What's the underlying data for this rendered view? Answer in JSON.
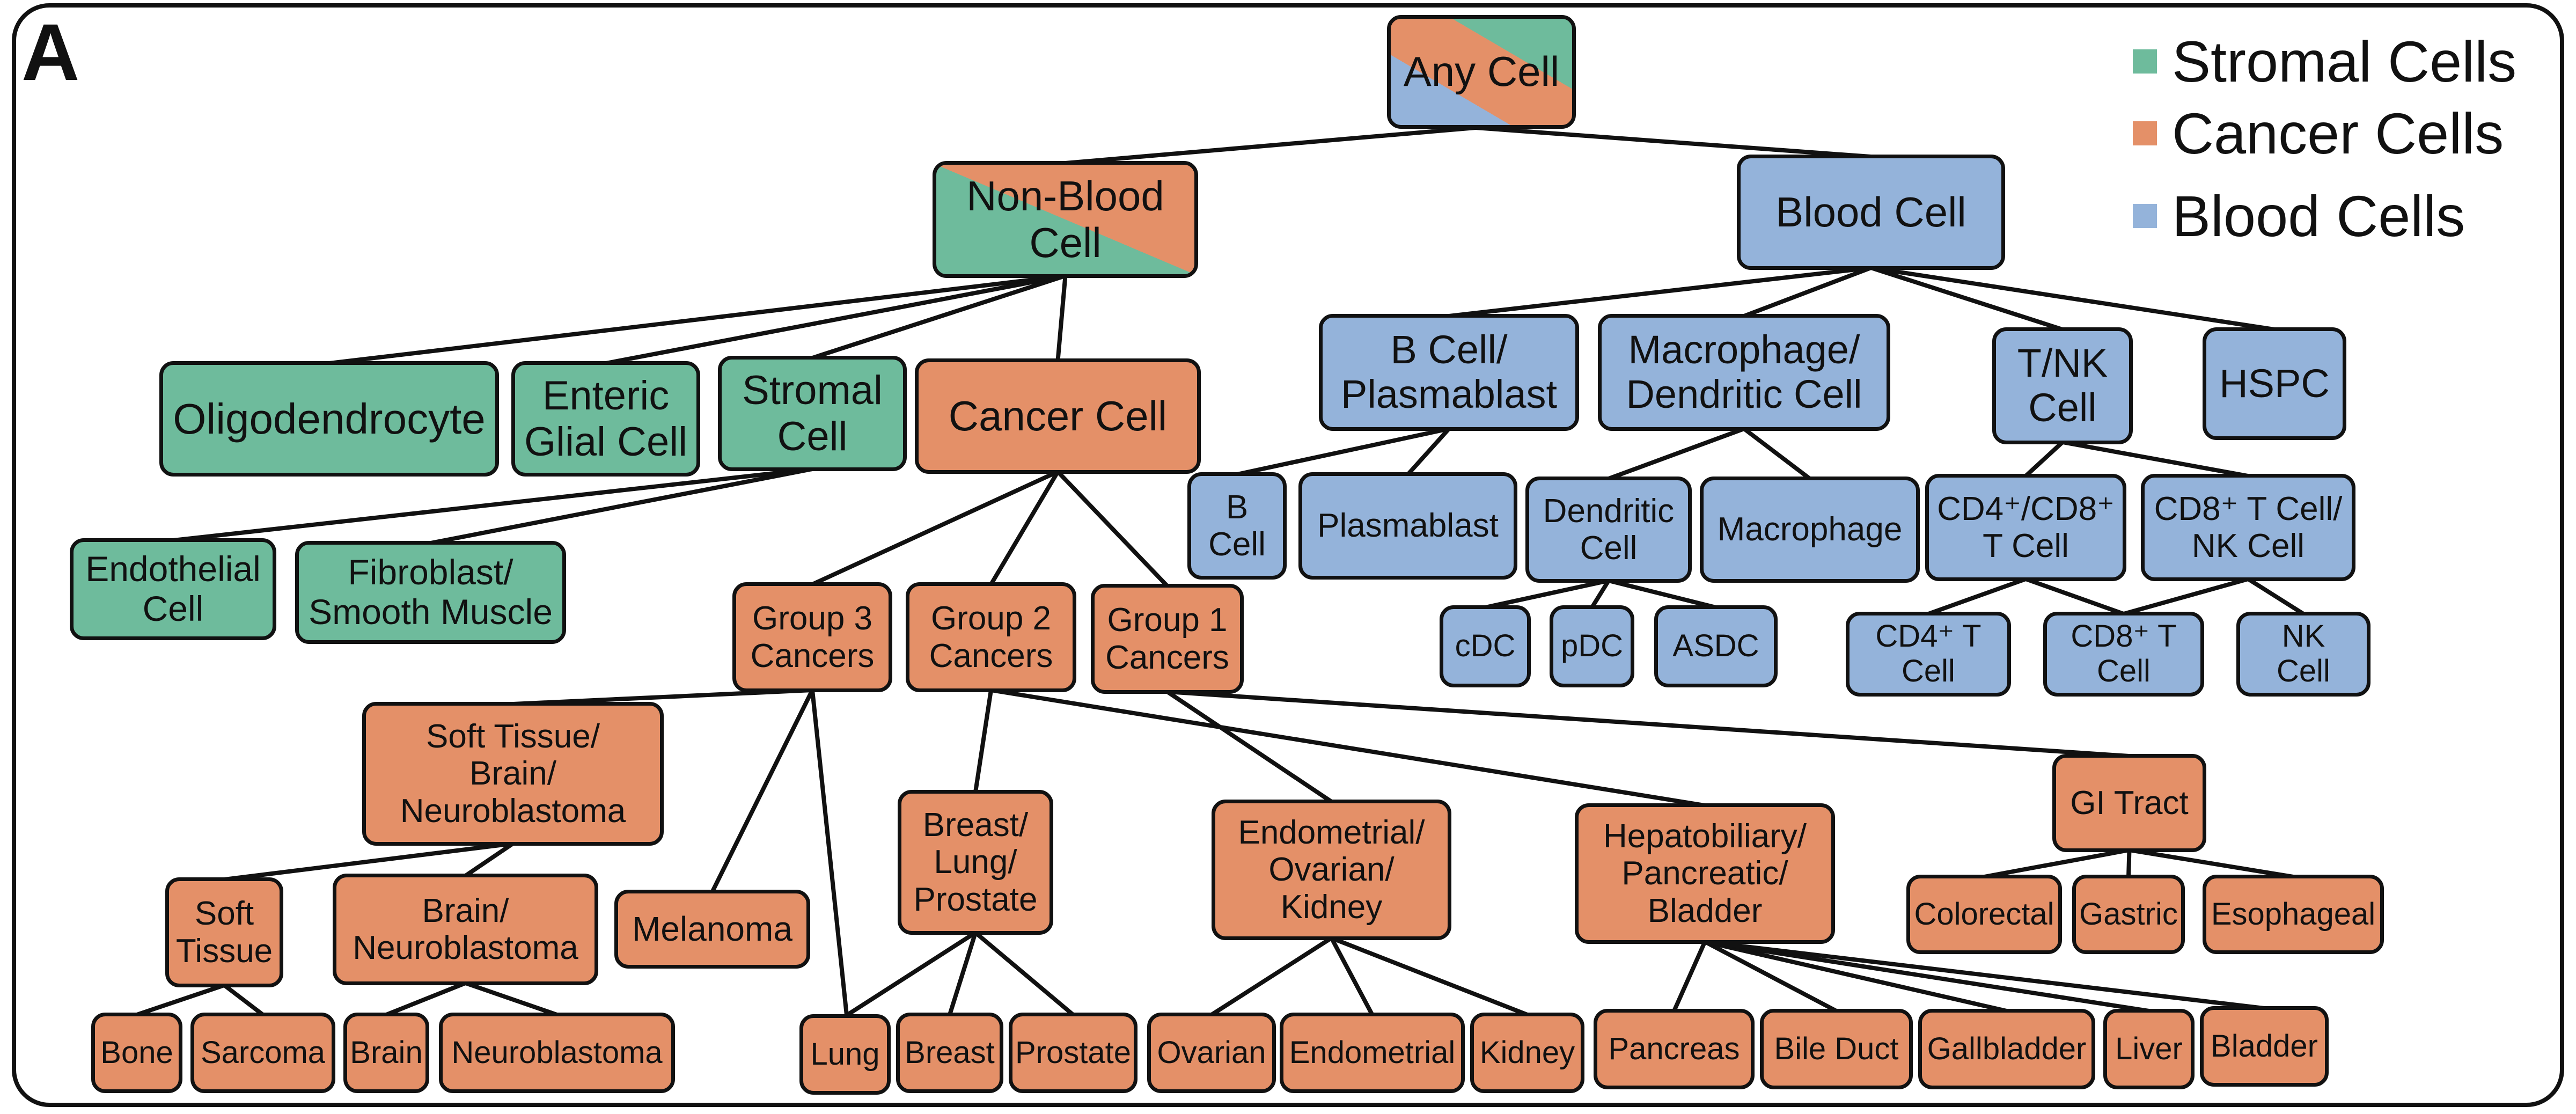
{
  "panel_label": "A",
  "colors": {
    "stromal": "#6ebb9c",
    "cancer": "#e49068",
    "blood": "#94b3da",
    "edge": "#111111"
  },
  "legend": [
    {
      "label": "Stromal Cells",
      "category": "stromal"
    },
    {
      "label": "Cancer Cells",
      "category": "cancer"
    },
    {
      "label": "Blood Cells",
      "category": "blood"
    }
  ],
  "nodes": [
    {
      "id": "any-cell",
      "label": "Any Cell",
      "category": "mixed-all"
    },
    {
      "id": "non-blood-cell",
      "label": "Non-Blood\nCell",
      "category": "mixed-stromal-cancer"
    },
    {
      "id": "blood-cell",
      "label": "Blood Cell",
      "category": "blood"
    },
    {
      "id": "oligodendrocyte",
      "label": "Oligodendrocyte",
      "category": "stromal"
    },
    {
      "id": "enteric-glial-cell",
      "label": "Enteric\nGlial Cell",
      "category": "stromal"
    },
    {
      "id": "stromal-cell",
      "label": "Stromal\nCell",
      "category": "stromal"
    },
    {
      "id": "cancer-cell",
      "label": "Cancer Cell",
      "category": "cancer"
    },
    {
      "id": "endothelial-cell",
      "label": "Endothelial\nCell",
      "category": "stromal"
    },
    {
      "id": "fibroblast-smooth-muscle",
      "label": "Fibroblast/\nSmooth Muscle",
      "category": "stromal"
    },
    {
      "id": "group-3-cancers",
      "label": "Group 3\nCancers",
      "category": "cancer"
    },
    {
      "id": "group-2-cancers",
      "label": "Group 2\nCancers",
      "category": "cancer"
    },
    {
      "id": "group-1-cancers",
      "label": "Group 1\nCancers",
      "category": "cancer"
    },
    {
      "id": "soft-tissue-brain-neuroblastoma",
      "label": "Soft Tissue/\nBrain/\nNeuroblastoma",
      "category": "cancer"
    },
    {
      "id": "melanoma",
      "label": "Melanoma",
      "category": "cancer"
    },
    {
      "id": "soft-tissue",
      "label": "Soft\nTissue",
      "category": "cancer"
    },
    {
      "id": "brain-neuroblastoma",
      "label": "Brain/\nNeuroblastoma",
      "category": "cancer"
    },
    {
      "id": "bone",
      "label": "Bone",
      "category": "cancer"
    },
    {
      "id": "sarcoma",
      "label": "Sarcoma",
      "category": "cancer"
    },
    {
      "id": "brain",
      "label": "Brain",
      "category": "cancer"
    },
    {
      "id": "neuroblastoma",
      "label": "Neuroblastoma",
      "category": "cancer"
    },
    {
      "id": "breast-lung-prostate",
      "label": "Breast/\nLung/\nProstate",
      "category": "cancer"
    },
    {
      "id": "lung",
      "label": "Lung",
      "category": "cancer"
    },
    {
      "id": "breast",
      "label": "Breast",
      "category": "cancer"
    },
    {
      "id": "prostate",
      "label": "Prostate",
      "category": "cancer"
    },
    {
      "id": "endometrial-ovarian-kidney",
      "label": "Endometrial/\nOvarian/\nKidney",
      "category": "cancer"
    },
    {
      "id": "ovarian",
      "label": "Ovarian",
      "category": "cancer"
    },
    {
      "id": "endometrial",
      "label": "Endometrial",
      "category": "cancer"
    },
    {
      "id": "kidney",
      "label": "Kidney",
      "category": "cancer"
    },
    {
      "id": "hepatobiliary-pancreatic-bladder",
      "label": "Hepatobiliary/\nPancreatic/\nBladder",
      "category": "cancer"
    },
    {
      "id": "pancreas",
      "label": "Pancreas",
      "category": "cancer"
    },
    {
      "id": "bile-duct",
      "label": "Bile Duct",
      "category": "cancer"
    },
    {
      "id": "gallbladder",
      "label": "Gallbladder",
      "category": "cancer"
    },
    {
      "id": "liver",
      "label": "Liver",
      "category": "cancer"
    },
    {
      "id": "bladder",
      "label": "Bladder",
      "category": "cancer"
    },
    {
      "id": "gi-tract",
      "label": "GI Tract",
      "category": "cancer"
    },
    {
      "id": "colorectal",
      "label": "Colorectal",
      "category": "cancer"
    },
    {
      "id": "gastric",
      "label": "Gastric",
      "category": "cancer"
    },
    {
      "id": "esophageal",
      "label": "Esophageal",
      "category": "cancer"
    },
    {
      "id": "b-cell-plasmablast",
      "label": "B Cell/\nPlasmablast",
      "category": "blood"
    },
    {
      "id": "macrophage-dendritic-cell",
      "label": "Macrophage/\nDendritic Cell",
      "category": "blood"
    },
    {
      "id": "t-nk-cell",
      "label": "T/NK\nCell",
      "category": "blood"
    },
    {
      "id": "hspc",
      "label": "HSPC",
      "category": "blood"
    },
    {
      "id": "b-cell",
      "label": "B\nCell",
      "category": "blood"
    },
    {
      "id": "plasmablast",
      "label": "Plasmablast",
      "category": "blood"
    },
    {
      "id": "dendritic-cell",
      "label": "Dendritic\nCell",
      "category": "blood"
    },
    {
      "id": "macrophage",
      "label": "Macrophage",
      "category": "blood"
    },
    {
      "id": "cdc",
      "label": "cDC",
      "category": "blood"
    },
    {
      "id": "pdc",
      "label": "pDC",
      "category": "blood"
    },
    {
      "id": "asdc",
      "label": "ASDC",
      "category": "blood"
    },
    {
      "id": "cd4-cd8-t-cell",
      "label": "CD4⁺/CD8⁺\nT Cell",
      "category": "blood"
    },
    {
      "id": "cd8-t-cell-nk-cell",
      "label": "CD8⁺ T Cell/\nNK Cell",
      "category": "blood"
    },
    {
      "id": "cd4-t-cell",
      "label": "CD4⁺ T\nCell",
      "category": "blood"
    },
    {
      "id": "cd8-t-cell",
      "label": "CD8⁺ T\nCell",
      "category": "blood"
    },
    {
      "id": "nk-cell",
      "label": "NK\nCell",
      "category": "blood"
    }
  ],
  "edges": [
    [
      "any-cell",
      "non-blood-cell"
    ],
    [
      "any-cell",
      "blood-cell"
    ],
    [
      "non-blood-cell",
      "oligodendrocyte"
    ],
    [
      "non-blood-cell",
      "enteric-glial-cell"
    ],
    [
      "non-blood-cell",
      "stromal-cell"
    ],
    [
      "non-blood-cell",
      "cancer-cell"
    ],
    [
      "stromal-cell",
      "endothelial-cell"
    ],
    [
      "stromal-cell",
      "fibroblast-smooth-muscle"
    ],
    [
      "cancer-cell",
      "group-3-cancers"
    ],
    [
      "cancer-cell",
      "group-2-cancers"
    ],
    [
      "cancer-cell",
      "group-1-cancers"
    ],
    [
      "group-3-cancers",
      "soft-tissue-brain-neuroblastoma"
    ],
    [
      "group-3-cancers",
      "melanoma"
    ],
    [
      "group-3-cancers",
      "lung"
    ],
    [
      "soft-tissue-brain-neuroblastoma",
      "soft-tissue"
    ],
    [
      "soft-tissue-brain-neuroblastoma",
      "brain-neuroblastoma"
    ],
    [
      "soft-tissue",
      "bone"
    ],
    [
      "soft-tissue",
      "sarcoma"
    ],
    [
      "brain-neuroblastoma",
      "brain"
    ],
    [
      "brain-neuroblastoma",
      "neuroblastoma"
    ],
    [
      "group-2-cancers",
      "breast-lung-prostate"
    ],
    [
      "group-2-cancers",
      "hepatobiliary-pancreatic-bladder"
    ],
    [
      "breast-lung-prostate",
      "lung"
    ],
    [
      "breast-lung-prostate",
      "breast"
    ],
    [
      "breast-lung-prostate",
      "prostate"
    ],
    [
      "group-1-cancers",
      "endometrial-ovarian-kidney"
    ],
    [
      "group-1-cancers",
      "gi-tract"
    ],
    [
      "endometrial-ovarian-kidney",
      "ovarian"
    ],
    [
      "endometrial-ovarian-kidney",
      "endometrial"
    ],
    [
      "endometrial-ovarian-kidney",
      "kidney"
    ],
    [
      "hepatobiliary-pancreatic-bladder",
      "pancreas"
    ],
    [
      "hepatobiliary-pancreatic-bladder",
      "bile-duct"
    ],
    [
      "hepatobiliary-pancreatic-bladder",
      "gallbladder"
    ],
    [
      "hepatobiliary-pancreatic-bladder",
      "liver"
    ],
    [
      "hepatobiliary-pancreatic-bladder",
      "bladder"
    ],
    [
      "gi-tract",
      "colorectal"
    ],
    [
      "gi-tract",
      "gastric"
    ],
    [
      "gi-tract",
      "esophageal"
    ],
    [
      "blood-cell",
      "b-cell-plasmablast"
    ],
    [
      "blood-cell",
      "macrophage-dendritic-cell"
    ],
    [
      "blood-cell",
      "t-nk-cell"
    ],
    [
      "blood-cell",
      "hspc"
    ],
    [
      "b-cell-plasmablast",
      "b-cell"
    ],
    [
      "b-cell-plasmablast",
      "plasmablast"
    ],
    [
      "macrophage-dendritic-cell",
      "dendritic-cell"
    ],
    [
      "macrophage-dendritic-cell",
      "macrophage"
    ],
    [
      "dendritic-cell",
      "cdc"
    ],
    [
      "dendritic-cell",
      "pdc"
    ],
    [
      "dendritic-cell",
      "asdc"
    ],
    [
      "t-nk-cell",
      "cd4-cd8-t-cell"
    ],
    [
      "t-nk-cell",
      "cd8-t-cell-nk-cell"
    ],
    [
      "cd4-cd8-t-cell",
      "cd4-t-cell"
    ],
    [
      "cd4-cd8-t-cell",
      "cd8-t-cell"
    ],
    [
      "cd8-t-cell-nk-cell",
      "cd8-t-cell"
    ],
    [
      "cd8-t-cell-nk-cell",
      "nk-cell"
    ]
  ]
}
